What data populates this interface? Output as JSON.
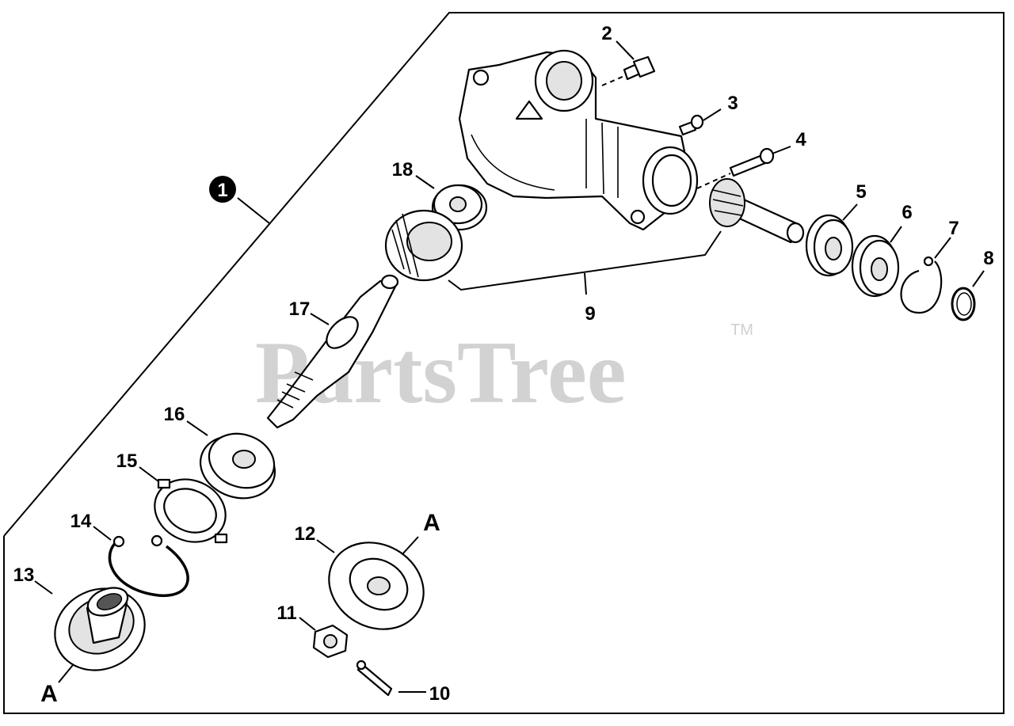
{
  "assembly_label": "1",
  "reference_letter": "A",
  "watermark": {
    "brand": "PartsTree",
    "trademark": "TM"
  },
  "callouts": [
    "2",
    "3",
    "4",
    "5",
    "6",
    "7",
    "8",
    "9",
    "10",
    "11",
    "12",
    "13",
    "14",
    "15",
    "16",
    "17",
    "18"
  ]
}
